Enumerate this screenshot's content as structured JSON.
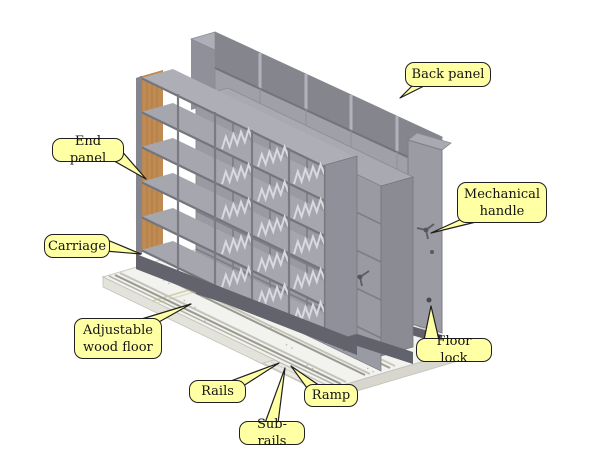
{
  "figure": {
    "type": "labeled-diagram",
    "background_color": "#ffffff",
    "callout_fill": "#ffffa3",
    "callout_border": "#1f1f1f",
    "callouts": [
      {
        "id": "back-panel",
        "label": "Back panel"
      },
      {
        "id": "end-panel",
        "label": "End panel"
      },
      {
        "id": "mechanical-handle",
        "label": "Mechanical handle"
      },
      {
        "id": "carriage",
        "label": "Carriage"
      },
      {
        "id": "adjustable-wood-floor",
        "label": "Adjustable wood floor"
      },
      {
        "id": "floor-lock",
        "label": "Floor lock"
      },
      {
        "id": "rails",
        "label": "Rails"
      },
      {
        "id": "ramp",
        "label": "Ramp"
      },
      {
        "id": "sub-rails",
        "label": "Sub-rails"
      }
    ],
    "illustration_colors": {
      "shelving_gray": "#a0a0a8",
      "wood_end_panel": "#c08b52",
      "floor_white": "#f2f2ee",
      "carriage_dark": "#63636d"
    }
  }
}
